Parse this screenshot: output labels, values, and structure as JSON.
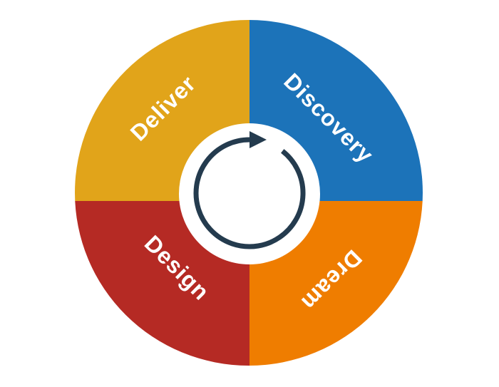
{
  "diagram": {
    "type": "cycle-wheel",
    "background_color": "#ffffff",
    "label_text_color": "#ffffff",
    "segments": [
      {
        "label": "Discovery",
        "color": "#1c73b9",
        "position": "top-right"
      },
      {
        "label": "Dream",
        "color": "#ef7d00",
        "position": "bottom-right"
      },
      {
        "label": "Design",
        "color": "#b52a24",
        "position": "bottom-left"
      },
      {
        "label": "Deliver",
        "color": "#e1a41a",
        "position": "top-left"
      }
    ],
    "center_icon": {
      "name": "clockwise-cycle-arrow",
      "color": "#243b4e",
      "hub_color": "#ffffff"
    }
  }
}
